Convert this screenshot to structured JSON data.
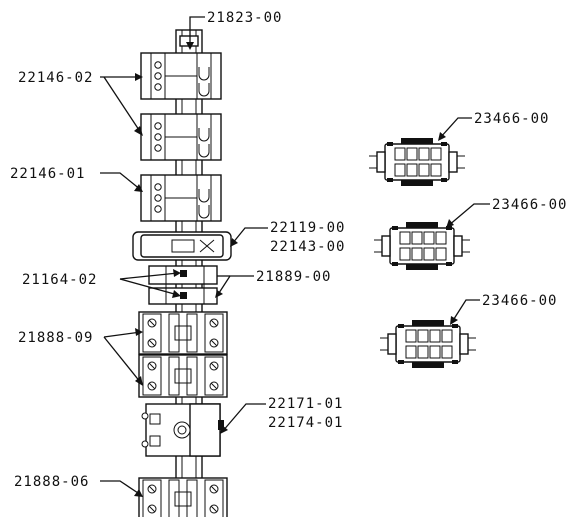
{
  "drawing": {
    "callouts": {
      "top_rail": "21823-00",
      "end_clamp_pair": "22146-02",
      "end_clamp_single": "22146-01",
      "module_a_line1": "22119-00",
      "module_a_line2": "22143-00",
      "jumper": "21164-02",
      "bracket": "21889-00",
      "terminal_pair": "21888-09",
      "breaker_line1": "22171-01",
      "breaker_line2": "22174-01",
      "terminal_bottom": "21888-06",
      "connector_1": "23466-00",
      "connector_2": "23466-00",
      "connector_3": "23466-00"
    }
  }
}
